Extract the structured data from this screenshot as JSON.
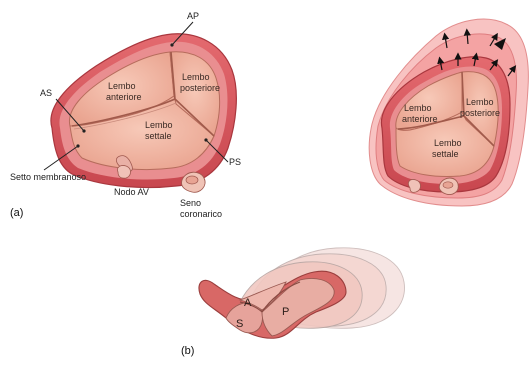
{
  "panel_a": {
    "caption": "(a)",
    "leaflets": {
      "anterior": [
        "Lembo",
        "anteriore"
      ],
      "posterior": [
        "Lembo",
        "posteriore"
      ],
      "septal": [
        "Lembo",
        "settale"
      ]
    },
    "commissures": {
      "ap": "AP",
      "as": "AS",
      "ps": "PS"
    },
    "structures": {
      "membranous_septum": "Setto membranoso",
      "av_node": "Nodo AV",
      "coronary_sinus": [
        "Seno",
        "coronarico"
      ]
    }
  },
  "panel_a_right": {
    "leaflets": {
      "anterior": [
        "Lembo",
        "anteriore"
      ],
      "posterior": [
        "Lembo",
        "posteriore"
      ],
      "septal": [
        "Lembo",
        "settale"
      ]
    }
  },
  "panel_b": {
    "caption": "(b)",
    "leaflet_letters": {
      "anterior": "A",
      "septal": "S",
      "posterior": "P"
    }
  },
  "colors": {
    "annulus": "#d9575e",
    "annulus_dark": "#b93e45",
    "leaflet": "#f2b9a6",
    "leaflet_edge": "#b66c5c",
    "ring_outer": "#f4a5a3",
    "ring_mid": "#f07f80"
  }
}
